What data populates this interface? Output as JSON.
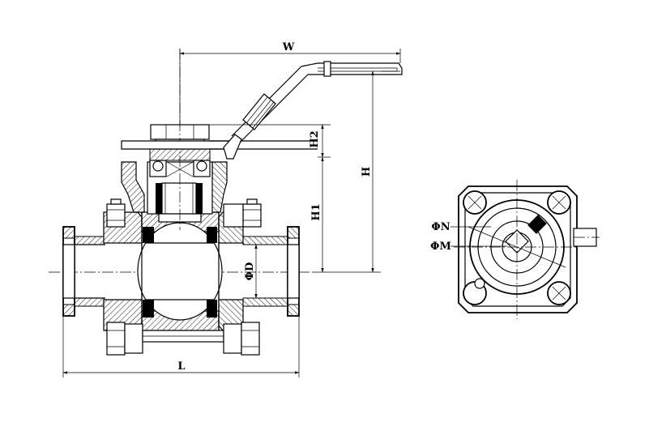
{
  "dimensions": {
    "W": "W",
    "H": "H",
    "H1": "H1",
    "H2": "H2",
    "L": "L",
    "D": "ΦD",
    "N": "ΦN",
    "M": "ΦM"
  },
  "colors": {
    "line": "#000000",
    "background": "#ffffff"
  }
}
